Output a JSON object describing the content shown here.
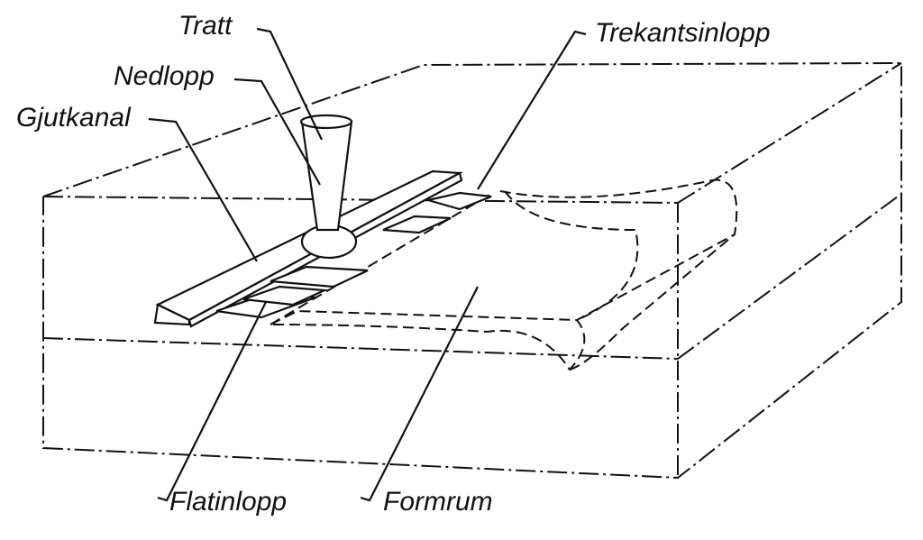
{
  "labels": {
    "tratt": "Tratt",
    "nedlopp": "Nedlopp",
    "gjutkanal": "Gjutkanal",
    "trekantsinlopp": "Trekantsinlopp",
    "flatinlopp": "Flatinlopp",
    "formrum": "Formrum"
  }
}
